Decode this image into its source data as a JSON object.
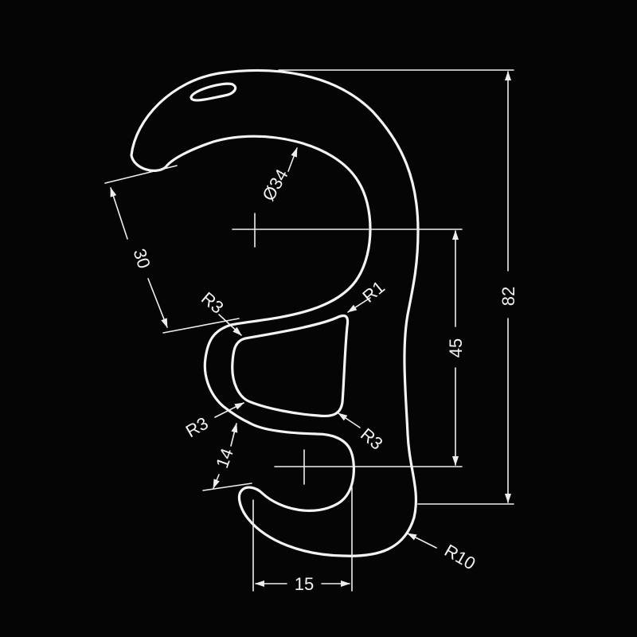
{
  "diagram": {
    "background": "#050505",
    "line_color": "#f4f4f4",
    "dimensions": {
      "dia_34": "Ø34",
      "d_30": "30",
      "d_45": "45",
      "d_82": "82",
      "d_14": "14",
      "d_15": "15",
      "r1": "R1",
      "r3_top": "R3",
      "r3_left": "R3",
      "r3_right": "R3",
      "r10": "R10"
    }
  }
}
